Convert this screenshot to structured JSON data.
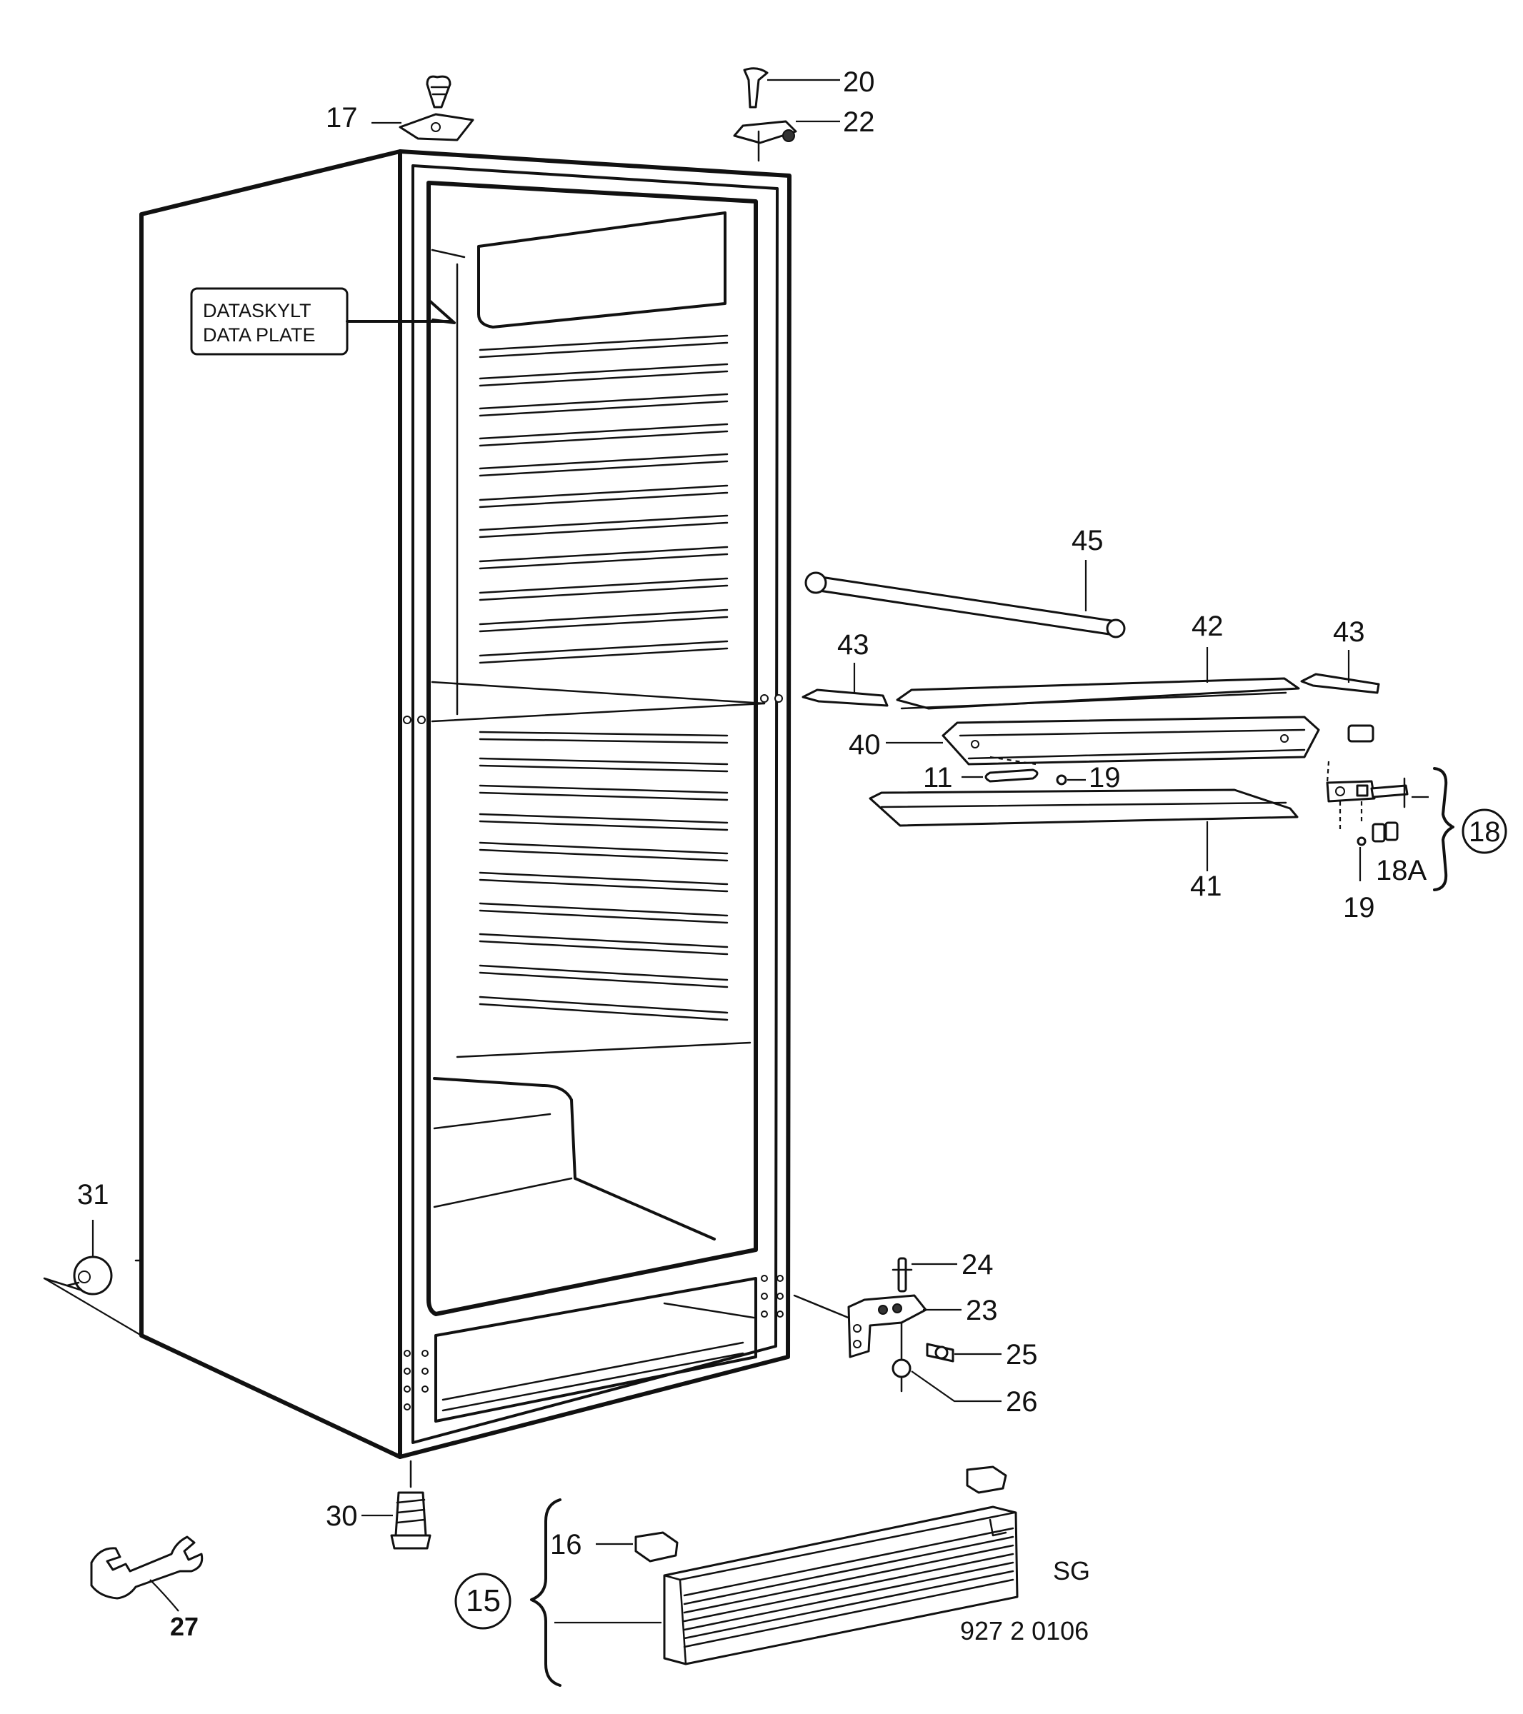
{
  "data_plate": {
    "line1": "DATASKYLT",
    "line2": "DATA PLATE"
  },
  "callouts": [
    {
      "id": "17",
      "text": "17"
    },
    {
      "id": "20",
      "text": "20"
    },
    {
      "id": "22",
      "text": "22"
    },
    {
      "id": "45",
      "text": "45"
    },
    {
      "id": "42",
      "text": "42"
    },
    {
      "id": "43a",
      "text": "43"
    },
    {
      "id": "43b",
      "text": "43"
    },
    {
      "id": "40",
      "text": "40"
    },
    {
      "id": "11",
      "text": "11"
    },
    {
      "id": "19a",
      "text": "19"
    },
    {
      "id": "18",
      "text": "18"
    },
    {
      "id": "18A",
      "text": "18A"
    },
    {
      "id": "41",
      "text": "41"
    },
    {
      "id": "19b",
      "text": "19"
    },
    {
      "id": "31",
      "text": "31"
    },
    {
      "id": "24",
      "text": "24"
    },
    {
      "id": "23",
      "text": "23"
    },
    {
      "id": "25",
      "text": "25"
    },
    {
      "id": "26",
      "text": "26"
    },
    {
      "id": "30",
      "text": "30"
    },
    {
      "id": "16",
      "text": "16"
    },
    {
      "id": "15",
      "text": "15"
    },
    {
      "id": "27",
      "text": "27"
    },
    {
      "id": "SG",
      "text": "SG"
    }
  ],
  "drawing_code": "927 2 0106"
}
